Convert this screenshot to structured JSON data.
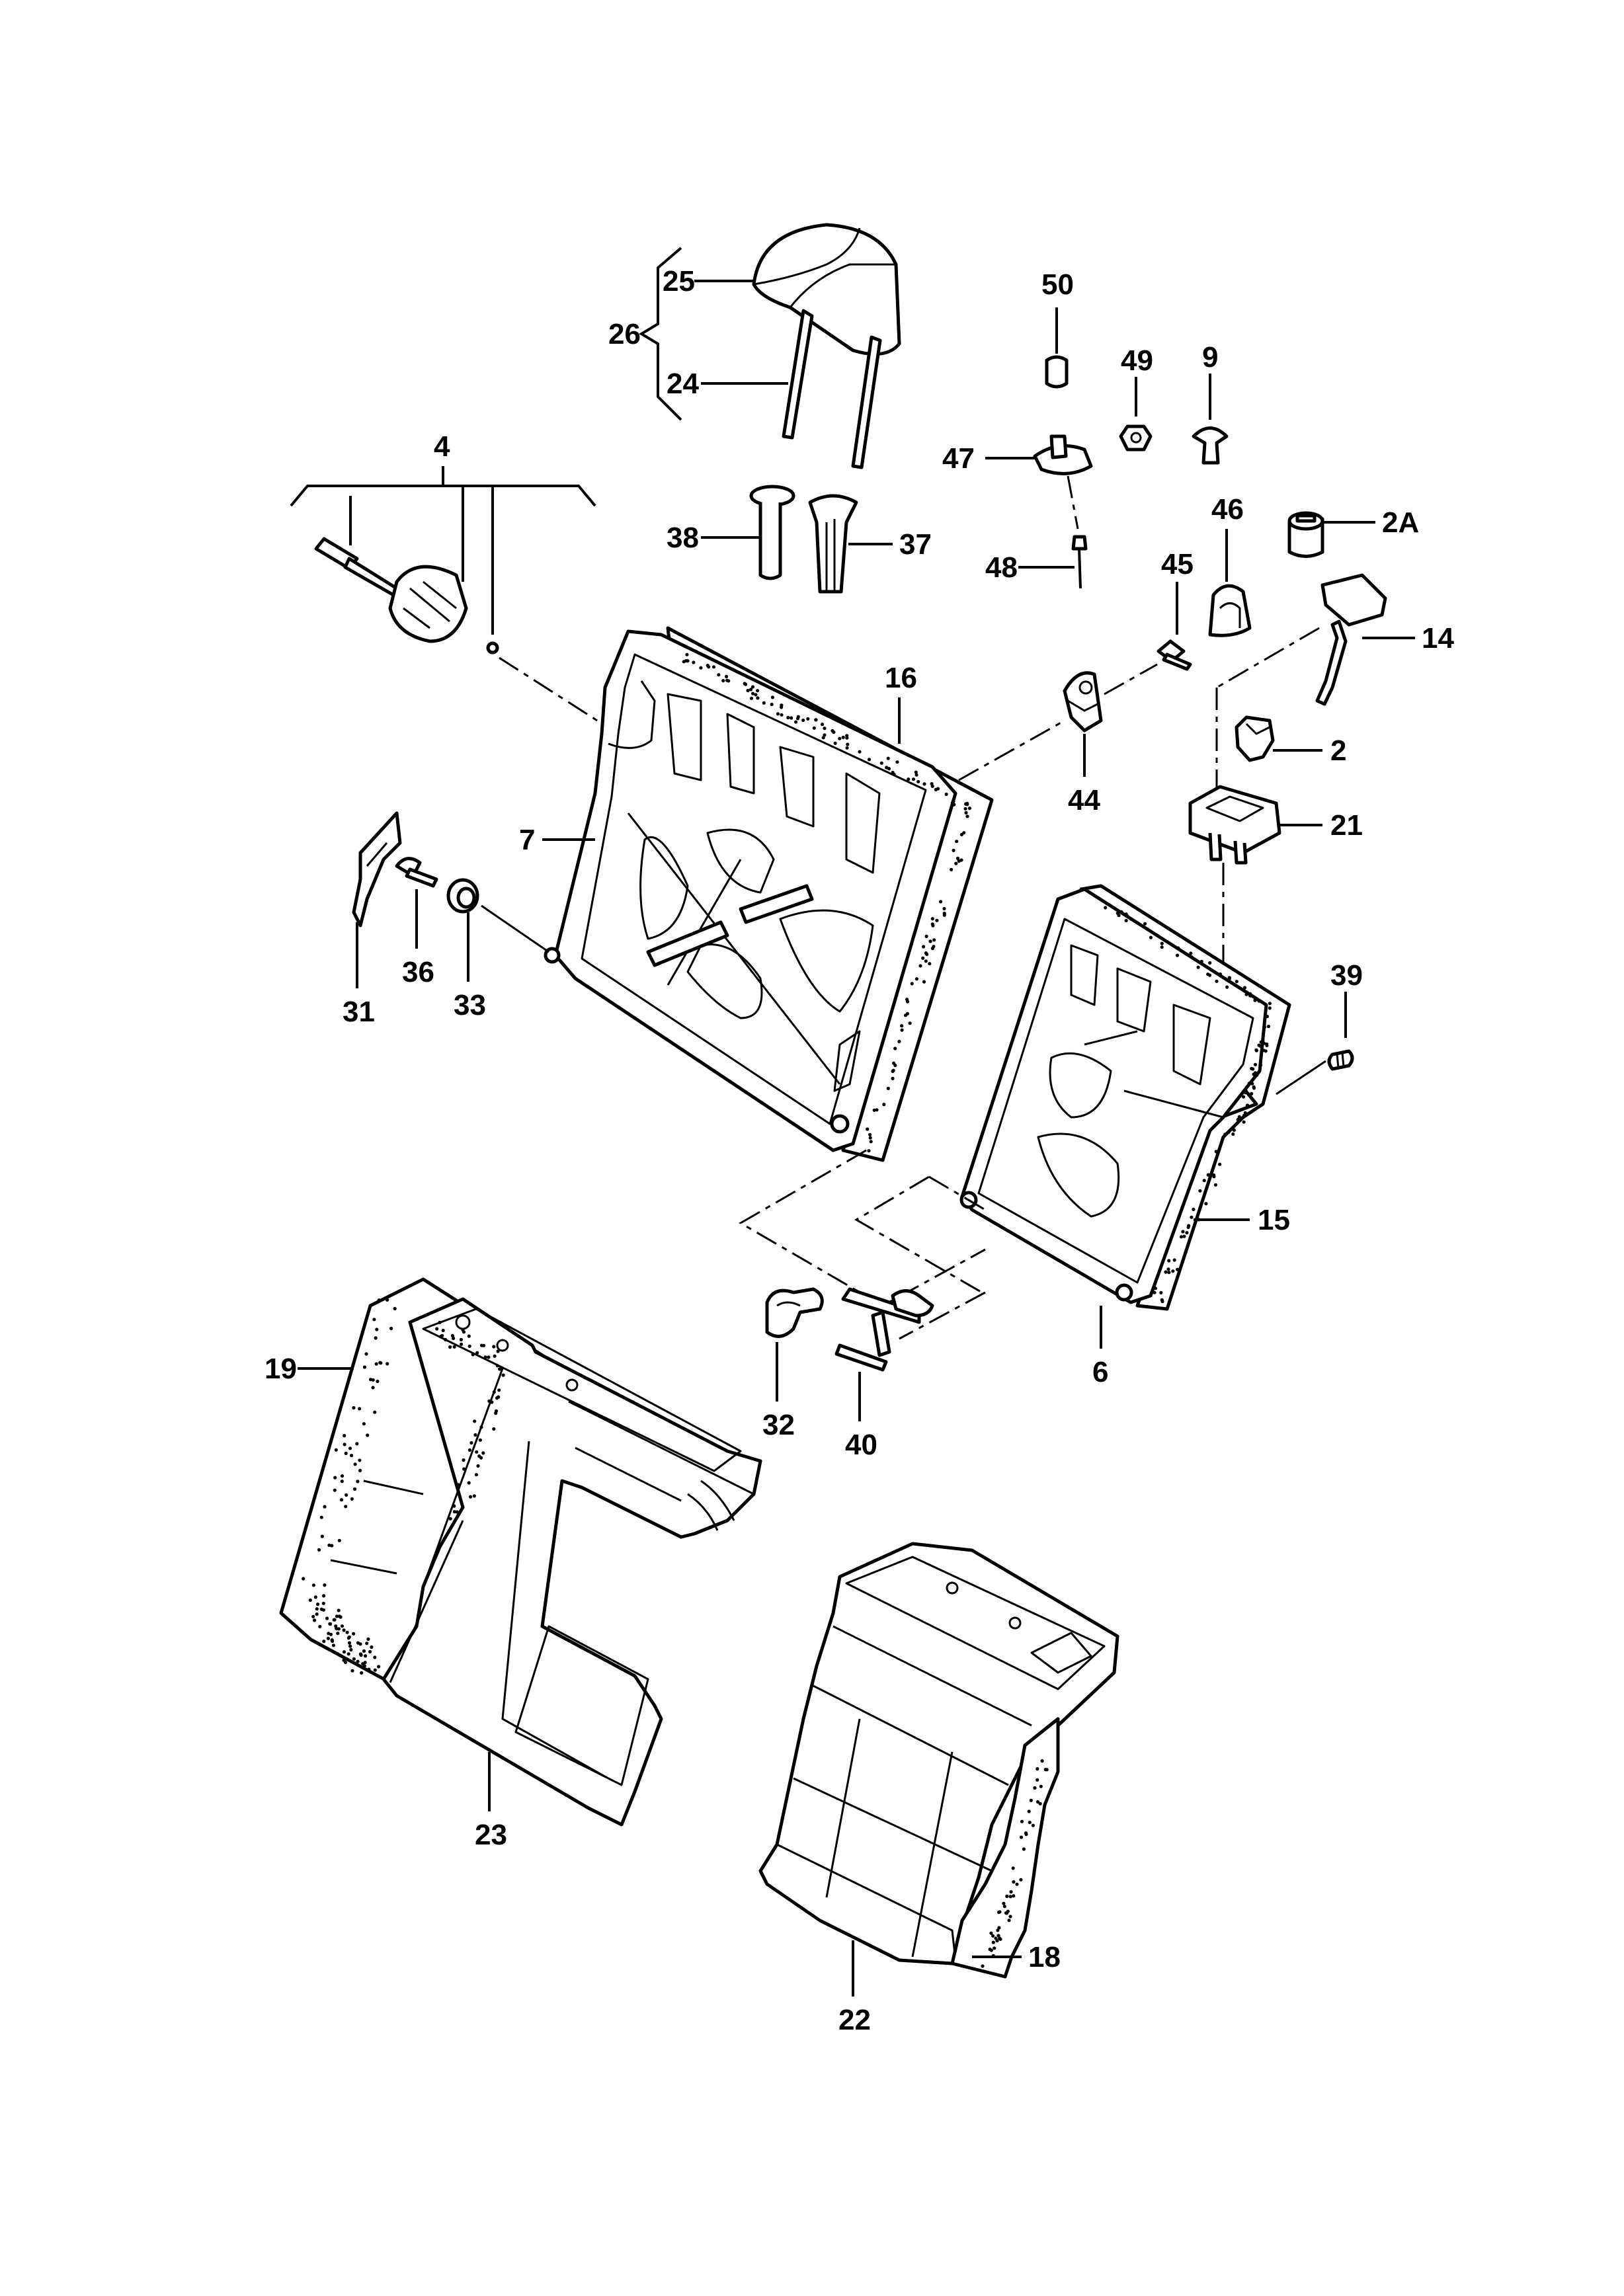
{
  "labels": {
    "l25": "25",
    "l26": "26",
    "l24": "24",
    "l4": "4",
    "l38": "38",
    "l37": "37",
    "l50": "50",
    "l49": "49",
    "l9": "9",
    "l47": "47",
    "l48": "48",
    "l46": "46",
    "l2A": "2A",
    "l45": "45",
    "l14": "14",
    "l16": "16",
    "l44": "44",
    "l2": "2",
    "l21": "21",
    "l7": "7",
    "l31": "31",
    "l36": "36",
    "l33": "33",
    "l39": "39",
    "l15": "15",
    "l6": "6",
    "l19": "19",
    "l32": "32",
    "l40": "40",
    "l23": "23",
    "l18": "18",
    "l22": "22"
  }
}
